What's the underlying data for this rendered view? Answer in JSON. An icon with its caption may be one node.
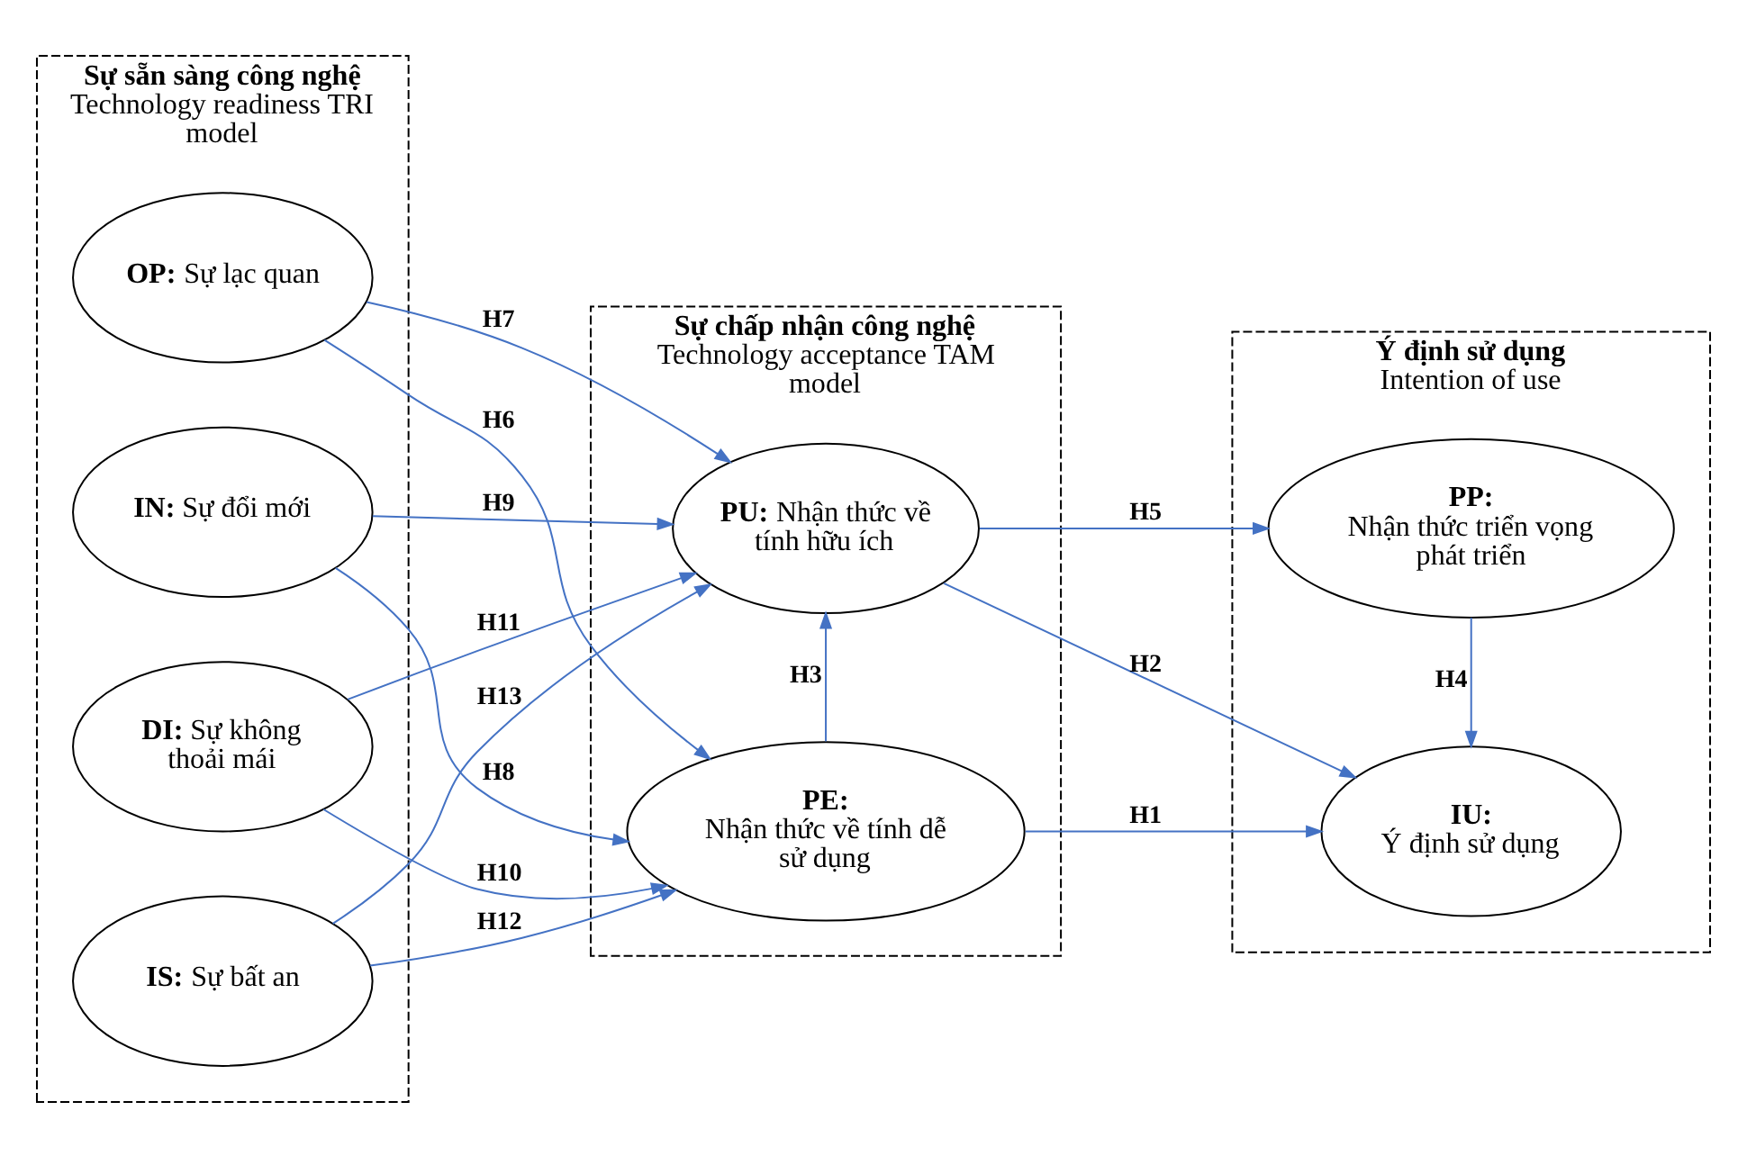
{
  "diagram": {
    "nodes": [
      {
        "text": [
          "Sự sẵn sàng công nghệ",
          "Technology readiness TRI model"
        ]
      },
      {
        "text": [
          "**OP:** Sự lạc quan"
        ],
        "in": 0
      },
      {
        "text": [
          "**IN:** Sự đổi mới"
        ],
        "in": 0
      },
      {
        "text": [
          "**DI:** Sự không thoải mái"
        ],
        "in": 0
      },
      {
        "text": [
          "**IS:** Sự bất an"
        ],
        "in": 0
      },
      {
        "text": [
          "Sự chấp nhận công nghệ",
          "Technology acceptance TAM model"
        ]
      },
      {
        "text": [
          "PE:",
          "Nhận thức về tính dễ sử dụng"
        ],
        "in": 5
      },
      {
        "text": [
          "**PU:** Nhận thức về tính hữu ích"
        ],
        "in": 5
      },
      {
        "text": [
          "Ý định sử dụng",
          "Intention of use"
        ]
      },
      {
        "text": [
          "IU:",
          "Ý định sử dụng"
        ],
        "in": 8
      },
      {
        "text": [
          "PP:",
          "Nhận thức triển vọng phát triển"
        ],
        "in": 8
      }
    ],
    "edges": [
      {
        "from": 6,
        "to": 9,
        "arrow": "to",
        "label": "H1"
      },
      {
        "from": 7,
        "to": 9,
        "arrow": "to",
        "label": "H2"
      },
      {
        "from": 6,
        "to": 7,
        "arrow": "to",
        "label": "H3"
      },
      {
        "from": 10,
        "to": 9,
        "arrow": "to",
        "label": "H4"
      },
      {
        "from": 7,
        "to": 10,
        "arrow": "to",
        "label": "H5"
      },
      {
        "from": 1,
        "to": 6,
        "arrow": "to",
        "label": "H6"
      },
      {
        "from": 1,
        "to": 7,
        "arrow": "to",
        "label": "H7"
      },
      {
        "from": 2,
        "to": 6,
        "arrow": "to",
        "label": "H8"
      },
      {
        "from": 2,
        "to": 7,
        "arrow": "to",
        "label": "H9"
      },
      {
        "from": 3,
        "to": 6,
        "arrow": "to",
        "label": "H10"
      },
      {
        "from": 3,
        "to": 7,
        "arrow": "to",
        "label": "H11"
      },
      {
        "from": 4,
        "to": 6,
        "arrow": "to",
        "label": "H12"
      },
      {
        "from": 4,
        "to": 7,
        "arrow": "to",
        "label": "H13"
      }
    ]
  }
}
